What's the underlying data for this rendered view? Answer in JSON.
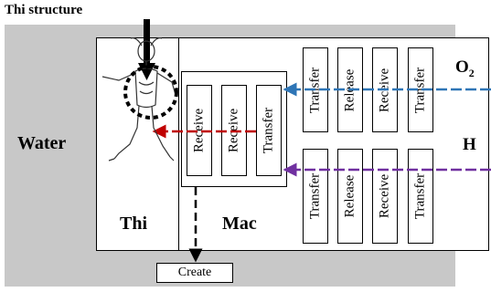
{
  "labels": {
    "thi_structure": "Thi structure",
    "water": "Water",
    "thi": "Thi",
    "mac": "Mac",
    "o2_prefix": "O",
    "o2_sub": "2",
    "h": "H",
    "create": "Create"
  },
  "mac_cells": [
    "Receive",
    "Receive",
    "Transfer"
  ],
  "top_chain": [
    "Transfer",
    "Release",
    "Receive",
    "Transfer"
  ],
  "bottom_chain": [
    "Transfer",
    "Release",
    "Receive",
    "Transfer"
  ],
  "colors": {
    "water": "#c8c8c8",
    "o2_arrow": "#2e75b6",
    "h_arrow": "#7030a0",
    "output_arrow": "#c00000"
  }
}
